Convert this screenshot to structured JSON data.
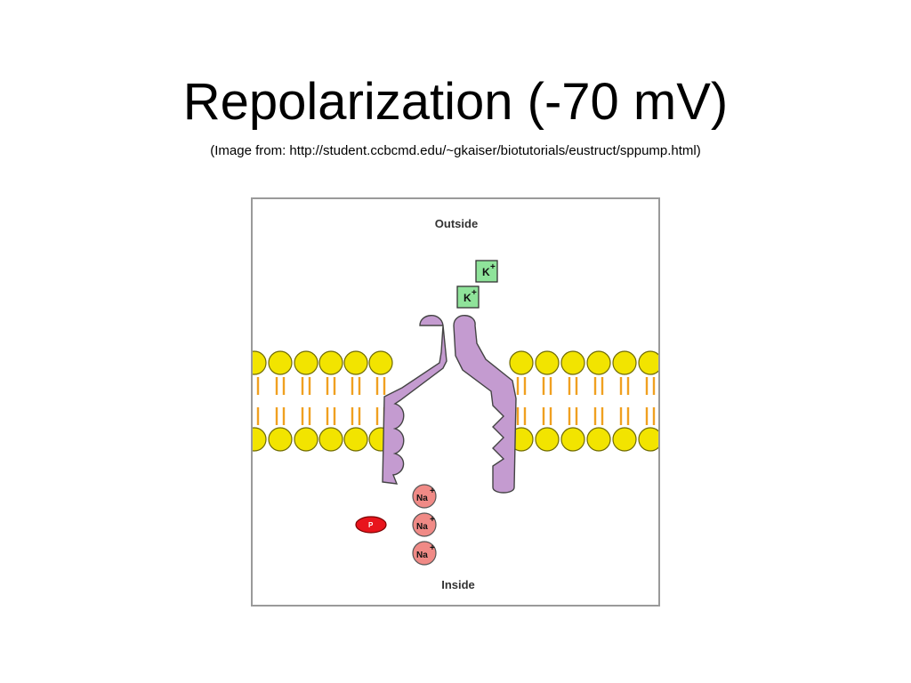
{
  "slide": {
    "title": "Repolarization (-70 mV)",
    "source": "(Image from: http://student.ccbcmd.edu/~gkaiser/biotutorials/eustruct/sppump.html)"
  },
  "diagram": {
    "outside_label": "Outside",
    "inside_label": "Inside",
    "k_ion_label": "K",
    "k_charge": "+",
    "na_ion_label": "Na",
    "na_charge": "+",
    "phosphate_label": "P",
    "colors": {
      "lipid_head": "#f2e400",
      "lipid_tail": "#f0a020",
      "pump_protein": "#c49bd0",
      "k_ion": "#8fe39a",
      "na_ion": "#f08a86",
      "phosphate": "#e8141c"
    }
  }
}
